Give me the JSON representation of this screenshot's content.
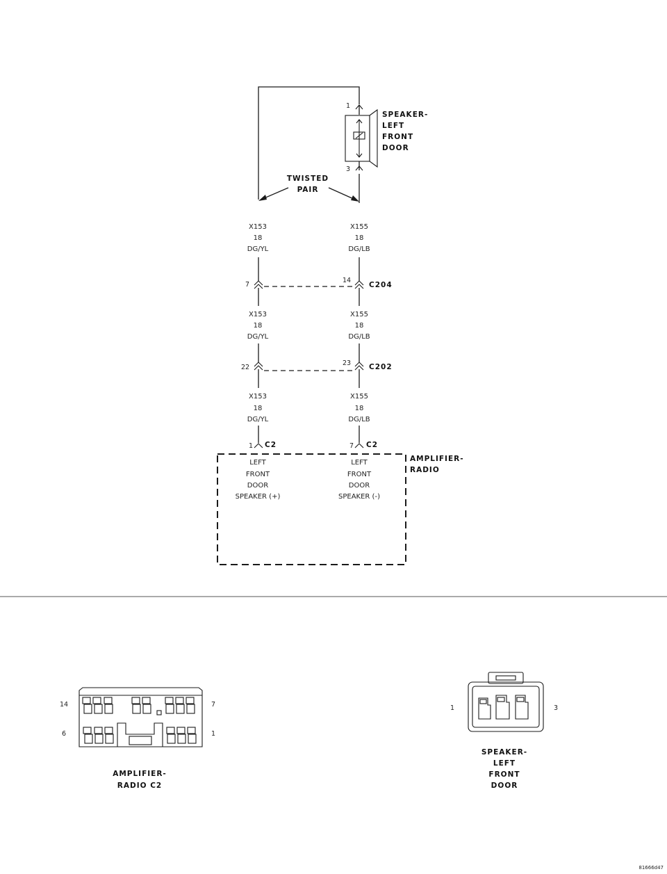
{
  "speaker": {
    "title_lines": [
      "SPEAKER-",
      "LEFT",
      "FRONT",
      "DOOR"
    ],
    "pin_top": "1",
    "pin_bottom": "3"
  },
  "twisted_pair": {
    "lines": [
      "TWISTED",
      "PAIR"
    ]
  },
  "wires": {
    "left": {
      "circuit": "X153",
      "gauge": "18",
      "color": "DG/YL"
    },
    "right": {
      "circuit": "X155",
      "gauge": "18",
      "color": "DG/LB"
    }
  },
  "connectors": {
    "c204": {
      "name": "C204",
      "left_pin": "7",
      "right_pin": "14"
    },
    "c202": {
      "name": "C202",
      "left_pin": "22",
      "right_pin": "23"
    },
    "c2": {
      "name": "C2",
      "left_pin": "1",
      "right_pin": "7"
    }
  },
  "amplifier": {
    "title_lines": [
      "AMPLIFIER-",
      "RADIO"
    ],
    "left_label_lines": [
      "LEFT",
      "FRONT",
      "DOOR",
      "SPEAKER (+)"
    ],
    "right_label_lines": [
      "LEFT",
      "FRONT",
      "DOOR",
      "SPEAKER (-)"
    ]
  },
  "connector_views": {
    "amp_c2": {
      "caption_lines": [
        "AMPLIFIER-",
        "RADIO C2"
      ],
      "pin_top_left": "14",
      "pin_top_right": "7",
      "pin_bottom_left": "6",
      "pin_bottom_right": "1"
    },
    "speaker": {
      "caption_lines": [
        "SPEAKER-",
        "LEFT",
        "FRONT",
        "DOOR"
      ],
      "pin_left": "1",
      "pin_right": "3"
    }
  },
  "figure_id": "81666d47"
}
